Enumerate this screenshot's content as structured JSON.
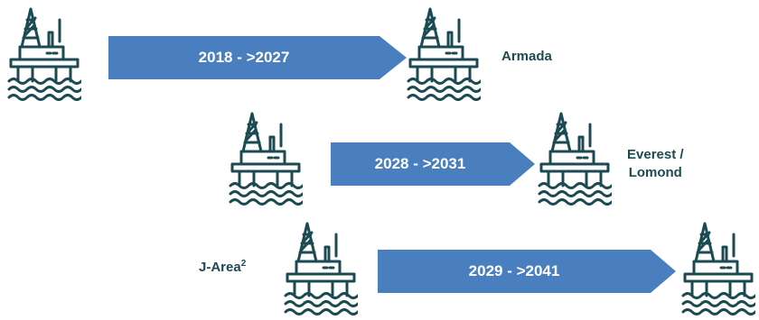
{
  "colors": {
    "icon": "#1c4a52",
    "arrow": "#4a7fbf",
    "arrow_text": "#ffffff",
    "label": "#1c4a52"
  },
  "rows": [
    {
      "period": "2018 - >2027",
      "destination": "Armada"
    },
    {
      "period": "2028 - >2031",
      "destination_line1": "Everest /",
      "destination_line2": "Lomond"
    },
    {
      "period": "2029 - >2041",
      "source": "J-Area",
      "source_sup": "2"
    }
  ],
  "icons": [
    "oil-platform-icon",
    "wave-icon"
  ]
}
